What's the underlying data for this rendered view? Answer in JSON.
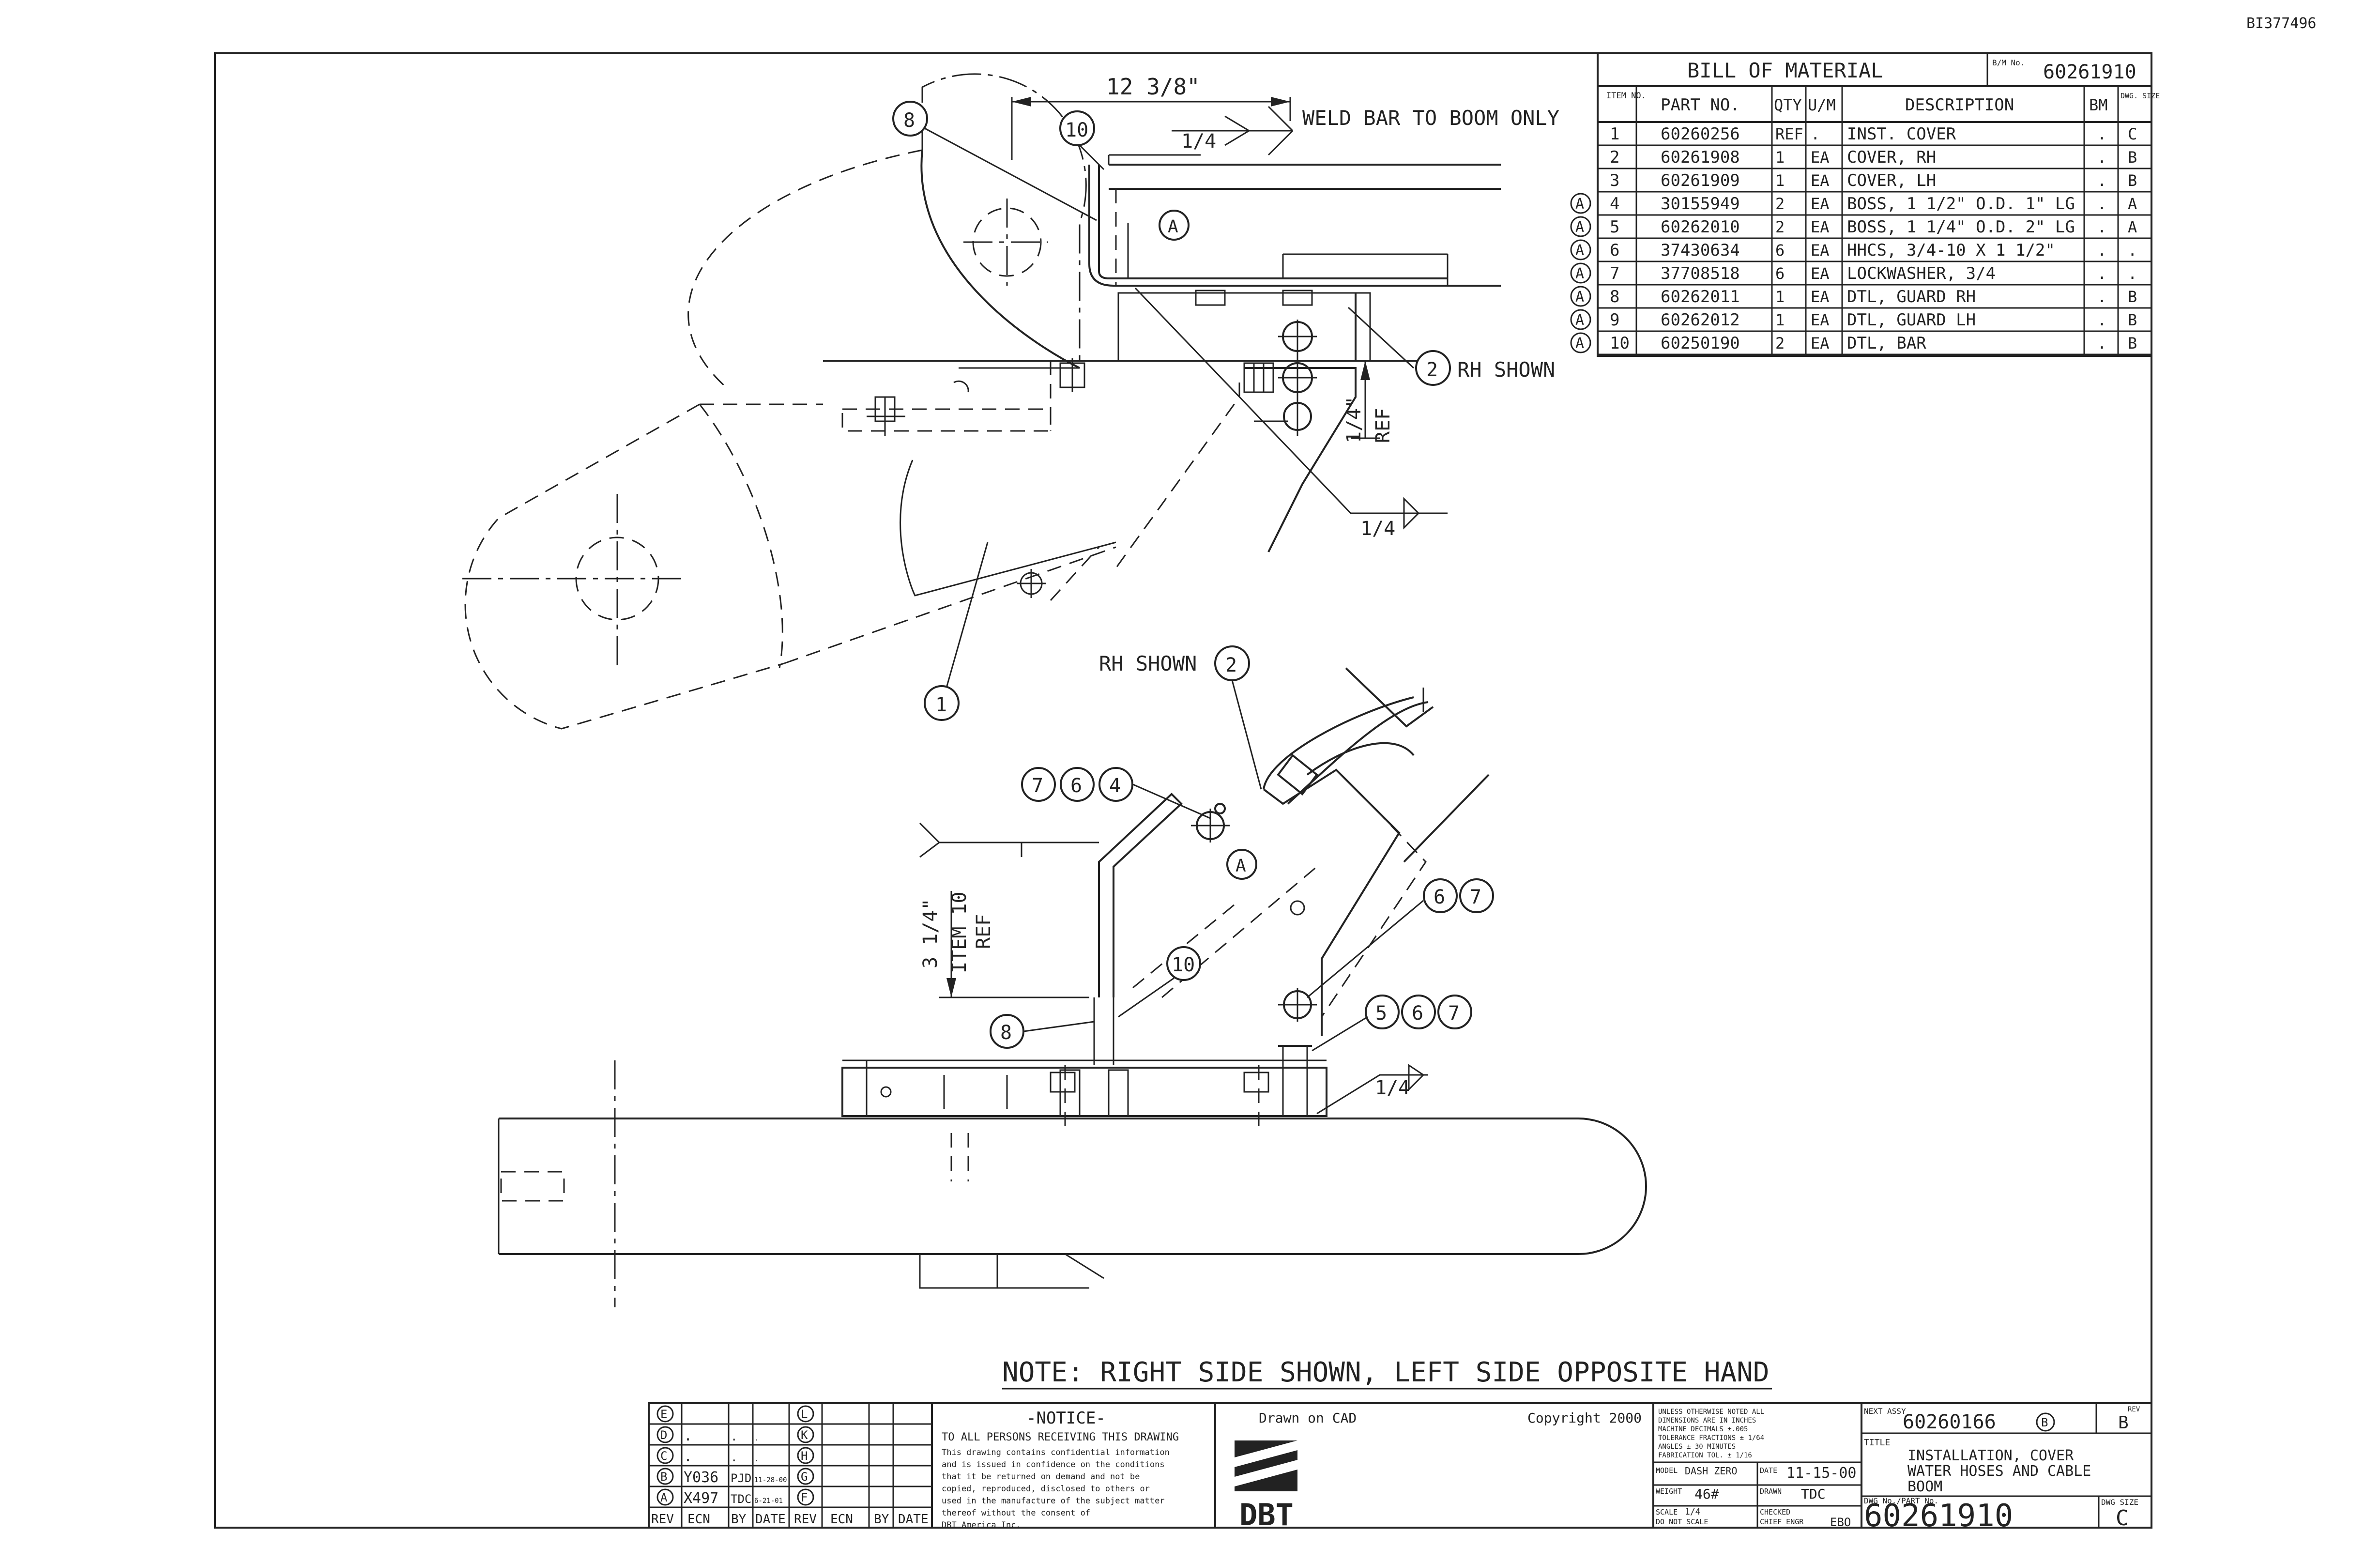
{
  "sheet_id": "BI377496",
  "bom": {
    "title": "BILL OF MATERIAL",
    "bm_no_label": "B/M No.",
    "bm_no": "60261910",
    "headers": {
      "item": "ITEM NO.",
      "part": "PART NO.",
      "qty": "QTY",
      "um": "U/M",
      "desc": "DESCRIPTION",
      "bm": "BM",
      "dwg": "DWG. SIZE"
    },
    "rows": [
      {
        "rev": "",
        "item": "1",
        "part": "60260256",
        "qty": "REF",
        "um": ".",
        "desc": "INST. COVER",
        "bm": ".",
        "size": "C"
      },
      {
        "rev": "",
        "item": "2",
        "part": "60261908",
        "qty": "1",
        "um": "EA",
        "desc": "COVER, RH",
        "bm": ".",
        "size": "B"
      },
      {
        "rev": "",
        "item": "3",
        "part": "60261909",
        "qty": "1",
        "um": "EA",
        "desc": "COVER, LH",
        "bm": ".",
        "size": "B"
      },
      {
        "rev": "A",
        "item": "4",
        "part": "30155949",
        "qty": "2",
        "um": "EA",
        "desc": "BOSS, 1 1/2\" O.D. 1\" LG",
        "bm": ".",
        "size": "A"
      },
      {
        "rev": "A",
        "item": "5",
        "part": "60262010",
        "qty": "2",
        "um": "EA",
        "desc": "BOSS, 1 1/4\" O.D. 2\" LG",
        "bm": ".",
        "size": "A"
      },
      {
        "rev": "A",
        "item": "6",
        "part": "37430634",
        "qty": "6",
        "um": "EA",
        "desc": "HHCS, 3/4-10 X 1 1/2\"",
        "bm": ".",
        "size": "."
      },
      {
        "rev": "A",
        "item": "7",
        "part": "37708518",
        "qty": "6",
        "um": "EA",
        "desc": "LOCKWASHER, 3/4",
        "bm": ".",
        "size": "."
      },
      {
        "rev": "A",
        "item": "8",
        "part": "60262011",
        "qty": "1",
        "um": "EA",
        "desc": "DTL, GUARD RH",
        "bm": ".",
        "size": "B"
      },
      {
        "rev": "A",
        "item": "9",
        "part": "60262012",
        "qty": "1",
        "um": "EA",
        "desc": "DTL, GUARD LH",
        "bm": ".",
        "size": "B"
      },
      {
        "rev": "A",
        "item": "10",
        "part": "60250190",
        "qty": "2",
        "um": "EA",
        "desc": "DTL, BAR",
        "bm": ".",
        "size": "B"
      }
    ]
  },
  "annotations": {
    "dim_top": "12 3/8\"",
    "weld_top": "1/4",
    "weld_note": "WELD BAR TO BOOM ONLY",
    "rh_shown_1": "RH SHOWN",
    "rh_shown_2": "RH SHOWN",
    "dim_ref": "1/4\"",
    "ref": "REF",
    "weld_mid": "1/4",
    "weld_low": "1/4",
    "dim_left": "3 1/4\"",
    "item10_ref": "ITEM 10",
    "ref2": "REF",
    "detail_a": "A",
    "note": "NOTE: RIGHT SIDE SHOWN, LEFT SIDE OPPOSITE HAND"
  },
  "balloons": {
    "b8_top": "8",
    "b10_top": "10",
    "b2_top": "2",
    "b1": "1",
    "b2_mid": "2",
    "b7": "7",
    "b6": "6",
    "b4": "4",
    "b6b": "6",
    "b7b": "7",
    "b10_low": "10",
    "b8_low": "8",
    "b5": "5",
    "b6c": "6",
    "b7c": "7"
  },
  "rev_block": {
    "left_letters": [
      "E",
      "D",
      "C",
      "B",
      "A"
    ],
    "right_letters": [
      "L",
      "K",
      "H",
      "G",
      "F"
    ],
    "rows": [
      {
        "ecn": ".",
        "by": ".",
        "date": "."
      },
      {
        "ecn": ".",
        "by": ".",
        "date": "."
      },
      {
        "ecn": "Y036",
        "by": "PJD",
        "date": "11-28-00"
      },
      {
        "ecn": "X497",
        "by": "TDC",
        "date": "6-21-01"
      }
    ],
    "headers": [
      "REV",
      "ECN",
      "BY",
      "DATE",
      "REV",
      "ECN",
      "BY",
      "DATE"
    ]
  },
  "notice": {
    "title": "-NOTICE-",
    "line1": "TO ALL PERSONS RECEIVING THIS DRAWING",
    "body": [
      "This drawing contains confidential information",
      "and is issued in confidence on the conditions",
      "that it be returned on demand and not be",
      "copied, reproduced, disclosed to others or",
      "used in the manufacture of the subject matter",
      "thereof without the consent of",
      "DBT America Inc."
    ]
  },
  "title_block": {
    "drawn_on": "Drawn on CAD",
    "copyright": "Copyright 2000",
    "logo_text": "DBT",
    "tolerances": [
      "UNLESS OTHERWISE NOTED ALL",
      "DIMENSIONS ARE IN INCHES",
      "MACHINE   DECIMALS ±.005",
      "TOLERANCE  FRACTIONS ± 1/64",
      "           ANGLES ± 30 MINUTES",
      "FABRICATION TOL. ± 1/16"
    ],
    "model_label": "MODEL",
    "model": "DASH ZERO",
    "date_label": "DATE",
    "date": "11-15-00",
    "weight_label": "WEIGHT",
    "weight": "46#",
    "drawn_label": "DRAWN",
    "drawn": "TDC",
    "scale_label": "SCALE",
    "scale": "1/4",
    "checked_label": "CHECKED",
    "checked": "",
    "do_not_scale": "DO NOT SCALE",
    "chief_label": "CHIEF ENGR",
    "chief": "EBO",
    "next_assy_label": "NEXT ASSY",
    "next_assy": "60260166",
    "next_assy_rev": "B",
    "rev_label": "REV",
    "rev": "B",
    "title_label": "TITLE",
    "title_lines": [
      "INSTALLATION, COVER",
      "WATER HOSES AND CABLE",
      "BOOM"
    ],
    "dwg_no_label": "DWG No./PART No.",
    "dwg_no": "60261910",
    "dwg_size_label": "DWG SIZE",
    "dwg_size": "C"
  }
}
